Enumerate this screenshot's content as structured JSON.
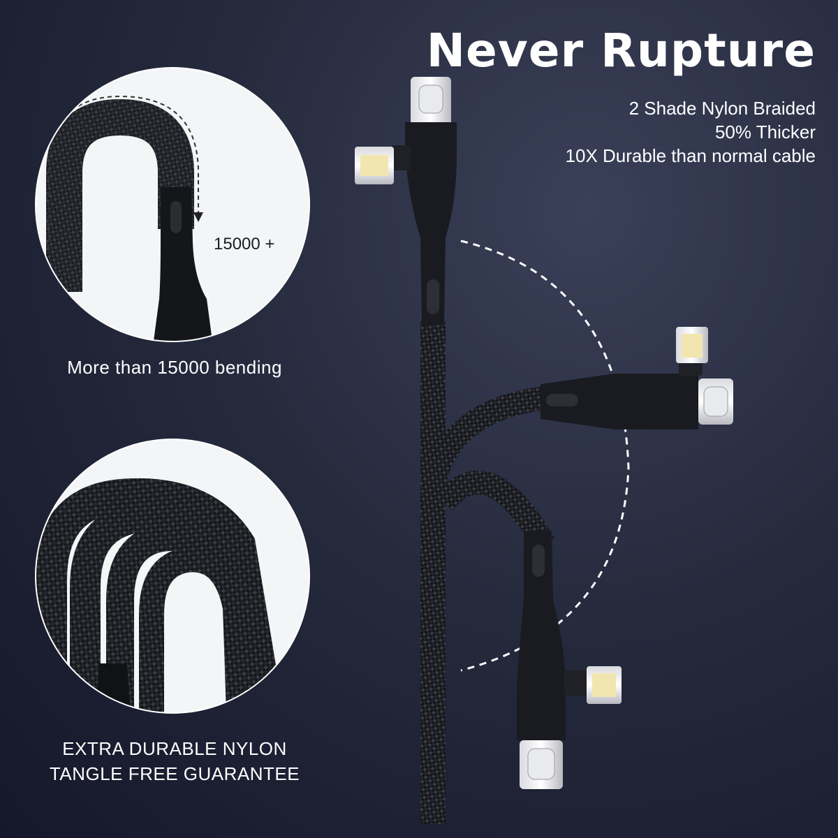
{
  "headline": "Never Rupture",
  "features": [
    "2 Shade Nylon Braided",
    "50% Thicker",
    "10X Durable than normal cable"
  ],
  "bend_detail": {
    "count_label": "15000 +",
    "caption": "More than 15000 bending"
  },
  "coil_detail": {
    "caption_line1": "EXTRA DURABLE NYLON",
    "caption_line2": "TANGLE FREE GUARANTEE"
  }
}
